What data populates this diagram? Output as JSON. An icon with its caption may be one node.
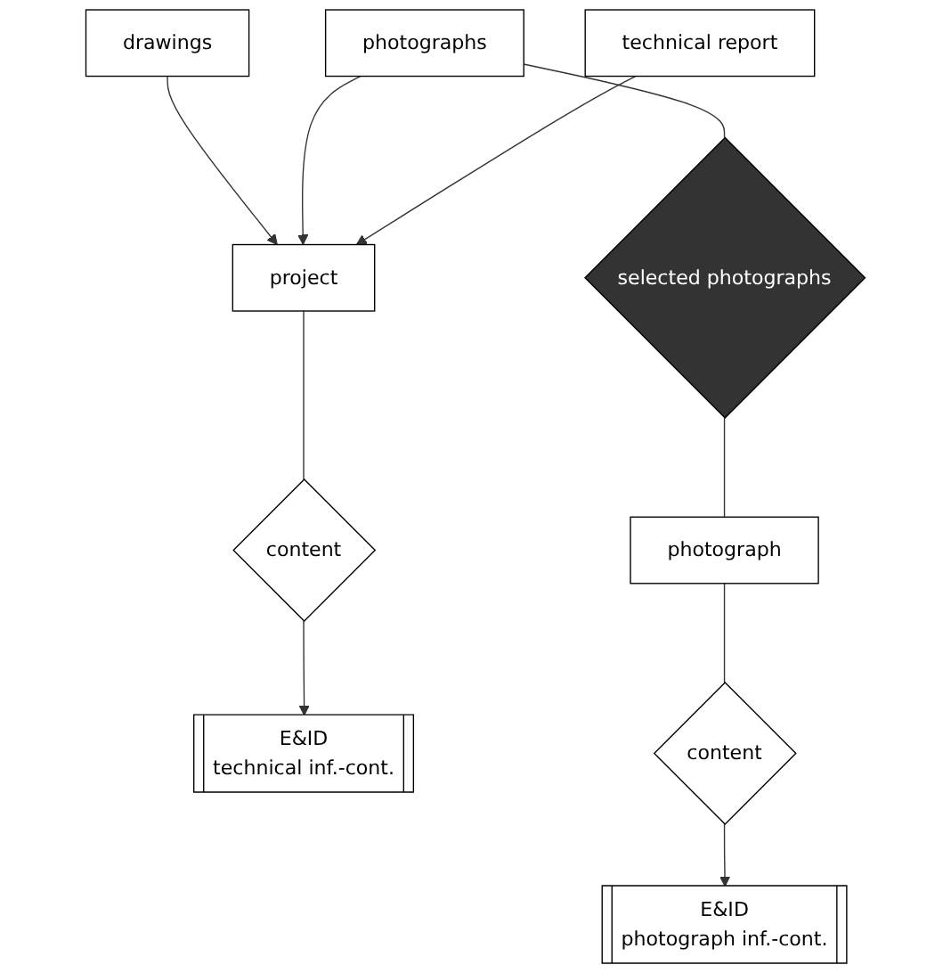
{
  "diagram": {
    "nodes": [
      {
        "text": [
          "project"
        ]
      },
      {
        "text": [
          "content"
        ]
      },
      {
        "text": [
          "E&ID",
          "technical inf.-cont."
        ]
      },
      {
        "text": [
          "drawings"
        ]
      },
      {
        "text": [
          "photographs"
        ]
      },
      {
        "text": [
          "technical report"
        ]
      },
      {
        "text": [
          "selected photographs"
        ]
      },
      {
        "text": [
          "photograph"
        ]
      },
      {
        "text": [
          "content"
        ]
      },
      {
        "text": [
          "E&ID",
          "photograph inf.-cont."
        ]
      }
    ],
    "edges": [
      {
        "from": 0,
        "to": 1,
        "arrow": "none"
      },
      {
        "from": 1,
        "to": 2,
        "arrow": "to"
      },
      {
        "from": 3,
        "to": 0,
        "arrow": "to"
      },
      {
        "from": 4,
        "to": 0,
        "arrow": "to"
      },
      {
        "from": 5,
        "to": 0,
        "arrow": "to"
      },
      {
        "from": 4,
        "to": 6,
        "arrow": "none"
      },
      {
        "from": 6,
        "to": 7,
        "arrow": "none"
      },
      {
        "from": 7,
        "to": 8,
        "arrow": "none"
      },
      {
        "from": 8,
        "to": 9,
        "arrow": "to"
      }
    ]
  }
}
